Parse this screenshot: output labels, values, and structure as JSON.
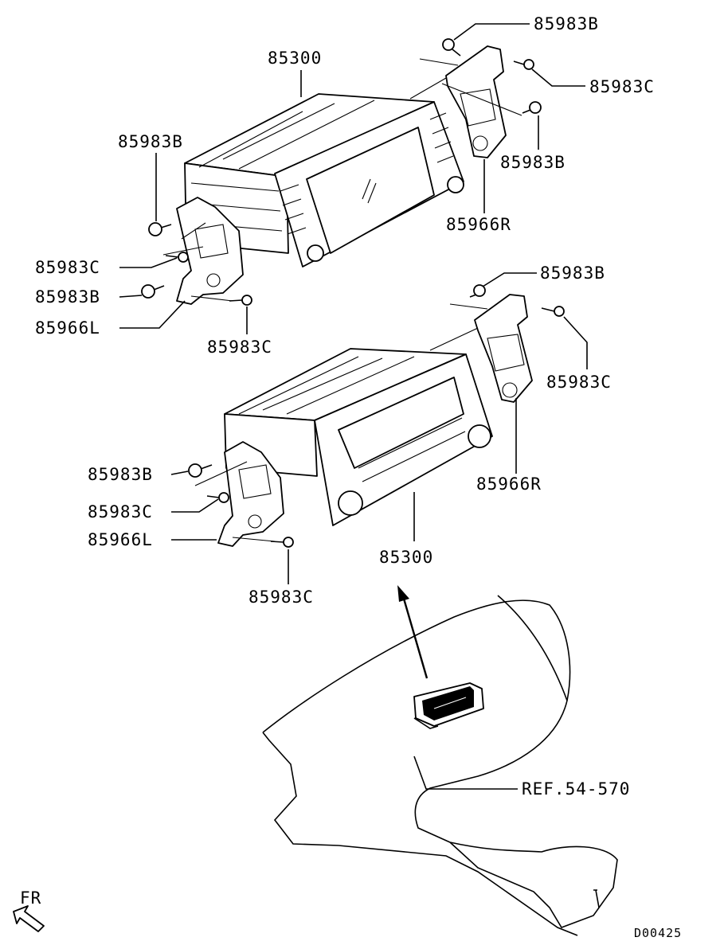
{
  "labels": {
    "top_radio": "85300",
    "bottom_radio": "85300",
    "tr_screw_b_top": "85983B",
    "tr_screw_c": "85983C",
    "tr_screw_b_mid": "85983B",
    "tr_bracket_r": "85966R",
    "tl_screw_b": "85983B",
    "tl_screw_c": "85983C",
    "tl_screw_b2": "85983B",
    "tl_bracket_l": "85966L",
    "tl_screw_c_bottom": "85983C",
    "mr_screw_b": "85983B",
    "mr_screw_c": "85983C",
    "mr_bracket_r": "85966R",
    "ml_screw_b": "85983B",
    "ml_screw_c": "85983C",
    "ml_bracket_l": "85966L",
    "ml_screw_c_bottom": "85983C",
    "ref": "REF.54-570",
    "fr": "FR",
    "code": "D00425"
  }
}
